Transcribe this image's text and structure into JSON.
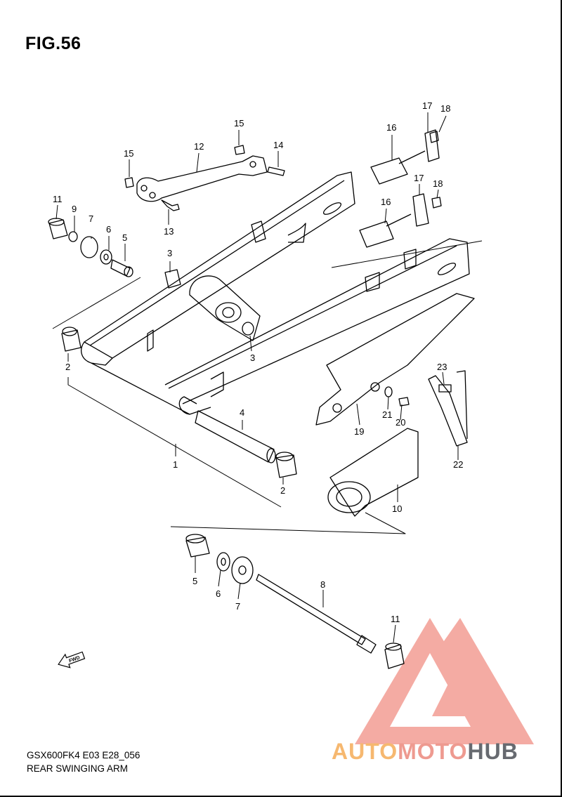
{
  "figure": {
    "title": "FIG.56",
    "model_code": "GSX600FK4 E03 E28_056",
    "section_name": "REAR SWINGING ARM"
  },
  "callouts": [
    "1",
    "2",
    "2",
    "3",
    "3",
    "4",
    "5",
    "5",
    "6",
    "6",
    "7",
    "7",
    "8",
    "9",
    "10",
    "11",
    "11",
    "12",
    "13",
    "14",
    "15",
    "15",
    "16",
    "16",
    "17",
    "17",
    "18",
    "18",
    "19",
    "20",
    "21",
    "22",
    "23"
  ],
  "fwd_arrow": {
    "label": "FWD"
  },
  "watermark": {
    "part1": "AUTO",
    "part2": "MOTO",
    "part3": "HUB",
    "colors": {
      "auto": "#f6b870",
      "moto": "#ee9a90",
      "hub": "#676a70",
      "logo": "#f3a39a"
    }
  }
}
